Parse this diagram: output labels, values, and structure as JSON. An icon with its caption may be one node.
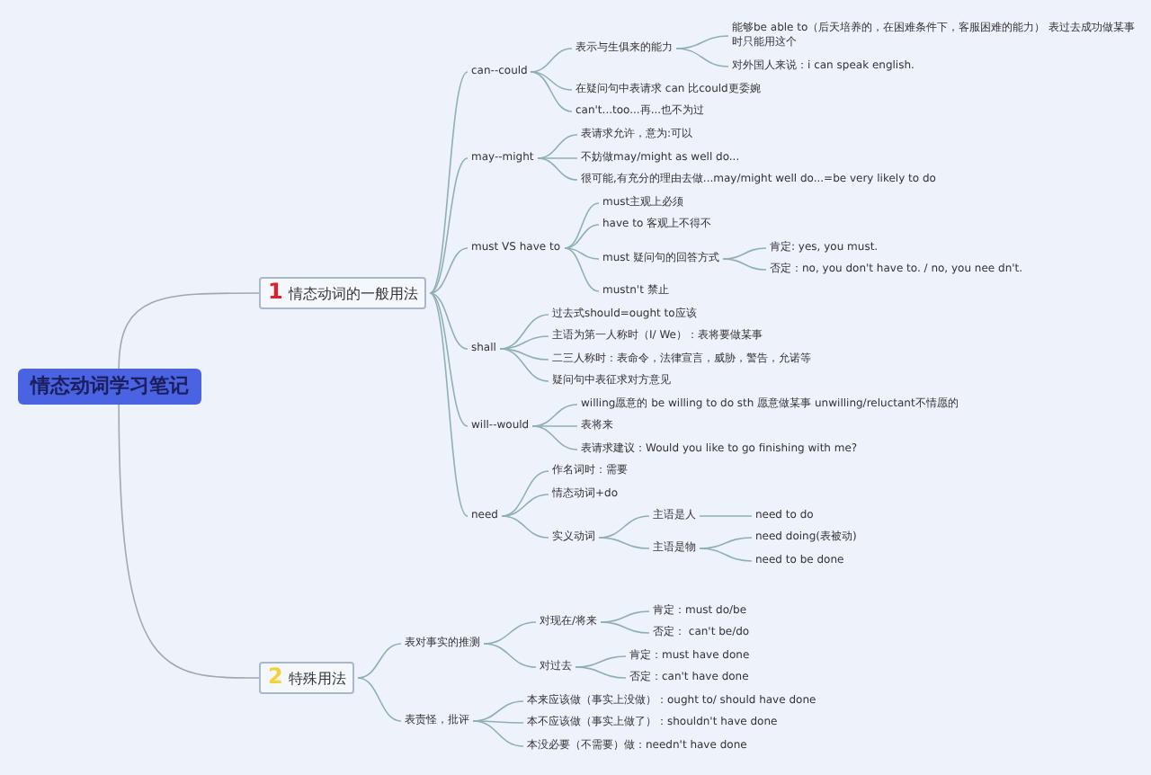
{
  "diagram": {
    "nodes": [
      {
        "text": [
          "情态动词学习笔记"
        ]
      },
      {
        "text": [
          "1",
          "情态动词的一般用法"
        ]
      },
      {
        "text": [
          "can--could"
        ]
      },
      {
        "text": [
          "表示与生俱来的能力"
        ]
      },
      {
        "text": [
          "能够be able to（后天培养的，在困难条件下，客服困难的能力） 表过去成功做某事时只能用这个"
        ]
      },
      {
        "text": [
          "对外国人来说：i can speak english."
        ]
      },
      {
        "text": [
          "在疑问句中表请求 can 比could更委婉"
        ]
      },
      {
        "text": [
          "can't...too...再...也不为过"
        ]
      },
      {
        "text": [
          "may--might"
        ]
      },
      {
        "text": [
          "表请求允许，意为:可以"
        ]
      },
      {
        "text": [
          "不妨做may/might as well do..."
        ]
      },
      {
        "text": [
          "很可能,有充分的理由去做...may/might well do...=be very likely to do"
        ]
      },
      {
        "text": [
          "must VS have to"
        ]
      },
      {
        "text": [
          "must主观上必须"
        ]
      },
      {
        "text": [
          "have to 客观上不得不"
        ]
      },
      {
        "text": [
          "must 疑问句的回答方式"
        ]
      },
      {
        "text": [
          "肯定: yes, you must."
        ]
      },
      {
        "text": [
          "否定：no, you don't have to. / no, you nee dn't."
        ]
      },
      {
        "text": [
          "mustn't 禁止"
        ]
      },
      {
        "text": [
          "shall"
        ]
      },
      {
        "text": [
          "过去式should=ought to应该"
        ]
      },
      {
        "text": [
          "主语为第一人称时（I/ We）：表将要做某事"
        ]
      },
      {
        "text": [
          "二三人称时：表命令，法律宣言，威胁，警告，允诺等"
        ]
      },
      {
        "text": [
          "疑问句中表征求对方意见"
        ]
      },
      {
        "text": [
          "will--would"
        ]
      },
      {
        "text": [
          "willing愿意的 be willing to do sth 愿意做某事 unwilling/reluctant不情愿的"
        ]
      },
      {
        "text": [
          "表将来"
        ]
      },
      {
        "text": [
          "表请求建议：Would you like to go finishing with me?"
        ]
      },
      {
        "text": [
          "need"
        ]
      },
      {
        "text": [
          "作名词时：需要"
        ]
      },
      {
        "text": [
          "情态动词+do"
        ]
      },
      {
        "text": [
          "实义动词"
        ]
      },
      {
        "text": [
          "主语是人"
        ]
      },
      {
        "text": [
          "need to do"
        ]
      },
      {
        "text": [
          "主语是物"
        ]
      },
      {
        "text": [
          "need doing(表被动)"
        ]
      },
      {
        "text": [
          "need to be done"
        ]
      },
      {
        "text": [
          "2",
          "特殊用法"
        ]
      },
      {
        "text": [
          "表对事实的推测"
        ]
      },
      {
        "text": [
          "对现在/将来"
        ]
      },
      {
        "text": [
          "肯定：must do/be"
        ]
      },
      {
        "text": [
          "否定： can't be/do"
        ]
      },
      {
        "text": [
          "对过去"
        ]
      },
      {
        "text": [
          "肯定：must have done"
        ]
      },
      {
        "text": [
          "否定：can't have done"
        ]
      },
      {
        "text": [
          "表责怪，批评"
        ]
      },
      {
        "text": [
          "本来应该做（事实上没做）：ought to/ should have done"
        ]
      },
      {
        "text": [
          "本不应该做（事实上做了）：shouldn't have done"
        ]
      },
      {
        "text": [
          "本没必要（不需要）做：needn't have done"
        ]
      }
    ],
    "edges": [
      {
        "from": 0,
        "to": 1,
        "arrow": "none"
      },
      {
        "from": 0,
        "to": 37,
        "arrow": "none"
      },
      {
        "from": 1,
        "to": 2,
        "arrow": "none"
      },
      {
        "from": 1,
        "to": 8,
        "arrow": "none"
      },
      {
        "from": 1,
        "to": 12,
        "arrow": "none"
      },
      {
        "from": 1,
        "to": 19,
        "arrow": "none"
      },
      {
        "from": 1,
        "to": 24,
        "arrow": "none"
      },
      {
        "from": 1,
        "to": 28,
        "arrow": "none"
      },
      {
        "from": 2,
        "to": 3,
        "arrow": "none"
      },
      {
        "from": 2,
        "to": 6,
        "arrow": "none"
      },
      {
        "from": 2,
        "to": 7,
        "arrow": "none"
      },
      {
        "from": 3,
        "to": 4,
        "arrow": "none"
      },
      {
        "from": 3,
        "to": 5,
        "arrow": "none"
      },
      {
        "from": 8,
        "to": 9,
        "arrow": "none"
      },
      {
        "from": 8,
        "to": 10,
        "arrow": "none"
      },
      {
        "from": 8,
        "to": 11,
        "arrow": "none"
      },
      {
        "from": 12,
        "to": 13,
        "arrow": "none"
      },
      {
        "from": 12,
        "to": 14,
        "arrow": "none"
      },
      {
        "from": 12,
        "to": 15,
        "arrow": "none"
      },
      {
        "from": 12,
        "to": 18,
        "arrow": "none"
      },
      {
        "from": 15,
        "to": 16,
        "arrow": "none"
      },
      {
        "from": 15,
        "to": 17,
        "arrow": "none"
      },
      {
        "from": 19,
        "to": 20,
        "arrow": "none"
      },
      {
        "from": 19,
        "to": 21,
        "arrow": "none"
      },
      {
        "from": 19,
        "to": 22,
        "arrow": "none"
      },
      {
        "from": 19,
        "to": 23,
        "arrow": "none"
      },
      {
        "from": 24,
        "to": 25,
        "arrow": "none"
      },
      {
        "from": 24,
        "to": 26,
        "arrow": "none"
      },
      {
        "from": 24,
        "to": 27,
        "arrow": "none"
      },
      {
        "from": 28,
        "to": 29,
        "arrow": "none"
      },
      {
        "from": 28,
        "to": 30,
        "arrow": "none"
      },
      {
        "from": 28,
        "to": 31,
        "arrow": "none"
      },
      {
        "from": 31,
        "to": 32,
        "arrow": "none"
      },
      {
        "from": 31,
        "to": 34,
        "arrow": "none"
      },
      {
        "from": 32,
        "to": 33,
        "arrow": "none"
      },
      {
        "from": 34,
        "to": 35,
        "arrow": "none"
      },
      {
        "from": 34,
        "to": 36,
        "arrow": "none"
      },
      {
        "from": 37,
        "to": 38,
        "arrow": "none"
      },
      {
        "from": 37,
        "to": 45,
        "arrow": "none"
      },
      {
        "from": 38,
        "to": 39,
        "arrow": "none"
      },
      {
        "from": 38,
        "to": 42,
        "arrow": "none"
      },
      {
        "from": 39,
        "to": 40,
        "arrow": "none"
      },
      {
        "from": 39,
        "to": 41,
        "arrow": "none"
      },
      {
        "from": 42,
        "to": 43,
        "arrow": "none"
      },
      {
        "from": 42,
        "to": 44,
        "arrow": "none"
      },
      {
        "from": 45,
        "to": 46,
        "arrow": "none"
      },
      {
        "from": 45,
        "to": 47,
        "arrow": "none"
      },
      {
        "from": 45,
        "to": 48,
        "arrow": "none"
      }
    ]
  }
}
